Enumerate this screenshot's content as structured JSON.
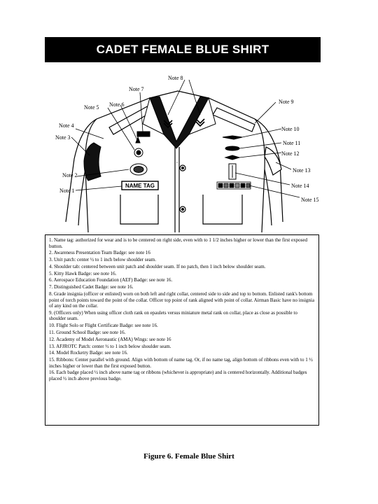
{
  "title": "CADET FEMALE BLUE SHIRT",
  "diagram": {
    "name_tag": "NAME TAG",
    "labels": [
      "Note 1",
      "Note 2",
      "Note 3",
      "Note 4",
      "Note 5",
      "Note 6",
      "Note 7",
      "Note 8",
      "Note 9",
      "Note 10",
      "Note 11",
      "Note 12",
      "Note 13",
      "Note 14",
      "Note 15"
    ]
  },
  "notes": [
    "1.  Name tag: authorized for wear and is to be centered on right side, even with to 1 1/2 inches higher or lower than the first exposed button.",
    "2.  Awareness Presentation Team Badge: see note 16",
    "3.  Unit patch: center ½ to 1 inch below shoulder seam.",
    "4.  Shoulder tab: centered between unit patch and shoulder seam.  If no patch, then 1 inch below shoulder seam.",
    "5.  Kitty Hawk Badge: see note 16.",
    "6.  Aerospace Education Foundation (AEF) Badge: see note 16.",
    "7.  Distinguished Cadet Badge: see note 16.",
    "8.  Grade insignia (officer or enlisted) worn on both left and right collar, centered side to side and top to bottom.  Enlisted rank's bottom point of torch points toward the point of the collar.  Officer top point of rank aligned with point of collar.  Airman Basic have no insignia of any kind on the collar.",
    "9.  (Officers only) When using officer cloth rank on epaulets versus miniature metal rank on collar, place as close as possible to shoulder seam.",
    "10.  Flight Solo or Flight Certificate Badge: see note 16.",
    "11.  Ground School Badge: see note 16.",
    "12.  Academy of Model Aeronautic (AMA) Wings: see note 16",
    "13.  AFJROTC Patch: center ½ to 1 inch below shoulder seam.",
    "14.  Model Rocketry Badge: see note 16.",
    "15.  Ribbons: Center parallel with ground.  Align with bottom of name tag.  Or, if no name tag, align bottom of ribbons even with to 1 ½ inches higher or lower than the first exposed button.",
    "16.  Each badge placed ½ inch above name tag or ribbons (whichever is appropriate) and is centered horizontally.  Additional badges placed ½ inch above previous badge."
  ],
  "caption": "Figure 6.  Female Blue Shirt"
}
